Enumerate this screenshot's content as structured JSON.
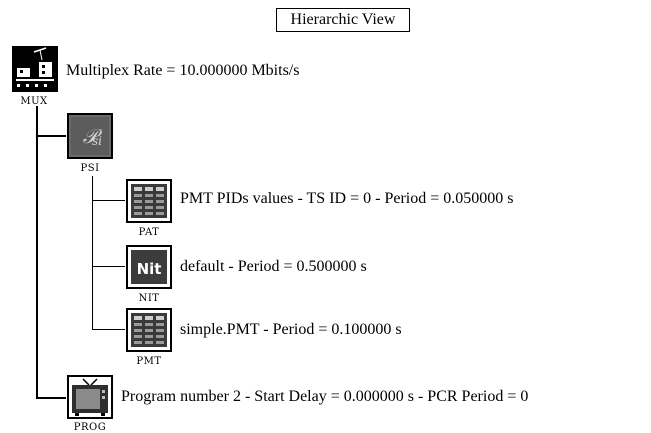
{
  "view_title": "Hierarchic View",
  "mux": {
    "caption": "MUX",
    "label": "Multiplex Rate = 10.000000 Mbits/s",
    "icon": "mux-network-icon"
  },
  "psi": {
    "caption": "PSI",
    "icon": "psi-symbol-icon",
    "children": [
      {
        "caption": "PAT",
        "icon": "pat-table-icon",
        "label": "PMT PIDs values  -  TS ID = 0 - Period = 0.050000 s"
      },
      {
        "caption": "NIT",
        "icon": "nit-badge-icon",
        "icon_text": "Nit",
        "label": "default  -  Period = 0.500000 s"
      },
      {
        "caption": "PMT",
        "icon": "pmt-table-icon",
        "label": "simple.PMT - Period = 0.100000 s"
      }
    ]
  },
  "prog": {
    "caption": "PROG",
    "icon": "tv-program-icon",
    "label": "Program number 2  -  Start Delay = 0.000000 s  -  PCR Period = 0"
  }
}
